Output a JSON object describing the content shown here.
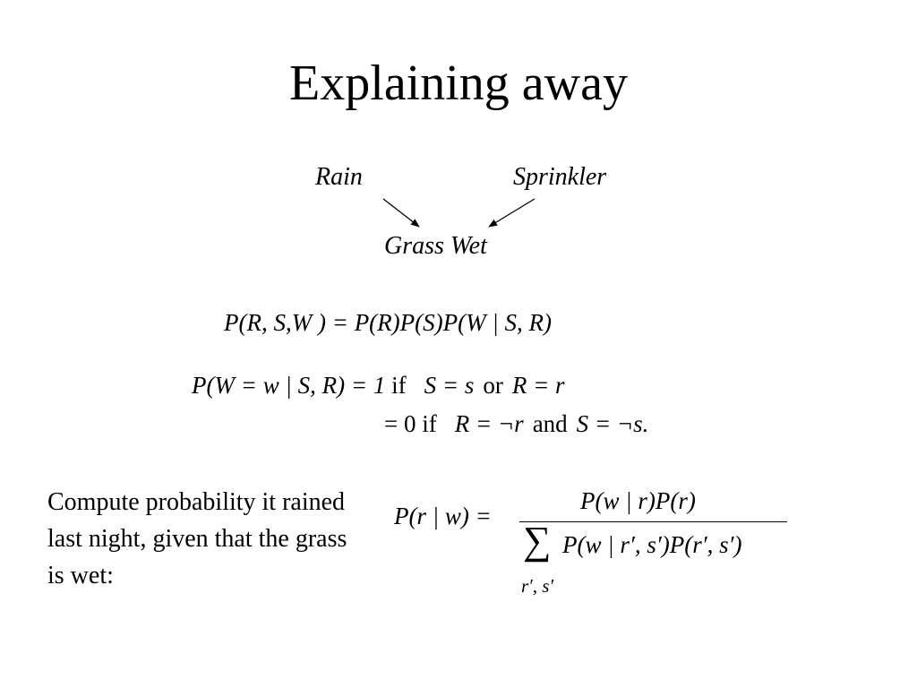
{
  "title": "Explaining away",
  "network": {
    "nodes": {
      "rain": "Rain",
      "sprinkler": "Sprinkler",
      "grass_wet": "Grass Wet"
    }
  },
  "equations": {
    "joint": {
      "lhs": "P(R, S,W ) = ",
      "rhs": "P(R)P(S)P(W | S, R)"
    },
    "cpt": {
      "line1_lhs": "P(W = w | S, R) = 1 ",
      "line1_if": "if",
      "line1_cond_a": "S = s",
      "line1_or": "or",
      "line1_cond_b": "R = r",
      "line2_value": "= 0 ",
      "line2_if": "if",
      "line2_cond_a": "R = ¬r",
      "line2_and": "and",
      "line2_cond_b": "S = ¬s."
    },
    "posterior": {
      "lhs": "P(r | w) =",
      "numerator": "P(w | r)P(r)",
      "sum_symbol": "∑",
      "denominator": "P(w | r′, s′)P(r′, s′)",
      "sum_index": "r′, s′"
    }
  },
  "prompt": "Compute probability it rained last night, given that the grass is wet:"
}
